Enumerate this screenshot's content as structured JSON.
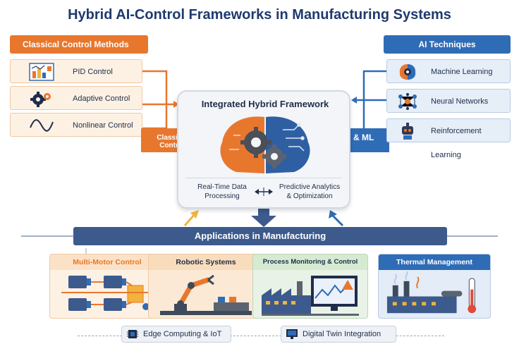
{
  "title": "Hybrid AI-Control Frameworks in Manufacturing Systems",
  "classical": {
    "header": "Classical Control Methods",
    "items": [
      {
        "label": "PID Control",
        "icon": "pid-chart-icon"
      },
      {
        "label": "Adaptive Control",
        "icon": "gears-icon"
      },
      {
        "label": "Nonlinear Control",
        "icon": "sine-wave-icon"
      }
    ],
    "arrow_label": "Classical Control"
  },
  "ai": {
    "header": "AI Techniques",
    "items": [
      {
        "label": "Machine Learning",
        "icon": "brain-gear-icon"
      },
      {
        "label": "Neural Networks",
        "icon": "network-icon"
      },
      {
        "label": "Reinforcement Learning",
        "icon": "robot-icon"
      }
    ],
    "arrow_label": "AI & ML"
  },
  "framework": {
    "title": "Integrated Hybrid Framework",
    "left_text_1": "Real-Time Data",
    "left_text_2": "Processing",
    "right_text_1": "Predictive Analytics",
    "right_text_2": "& Optimization"
  },
  "applications": {
    "header": "Applications in Manufacturing",
    "cards": [
      {
        "label": "Multi-Motor Control",
        "color": "#e8772e"
      },
      {
        "label": "Robotic Systems",
        "color": "#1f2d4a"
      },
      {
        "label": "Process Monitoring & Control",
        "color": "#1f2d4a"
      },
      {
        "label": "Thermal Management",
        "color": "#ffffff"
      }
    ]
  },
  "footer": {
    "items": [
      {
        "label": "Edge Computing & IoT",
        "icon": "chip-icon"
      },
      {
        "label": "Digital Twin Integration",
        "icon": "monitor-icon"
      }
    ]
  },
  "colors": {
    "orange": "#e8772e",
    "blue": "#2f6cb6",
    "navy": "#3d5a8c"
  }
}
